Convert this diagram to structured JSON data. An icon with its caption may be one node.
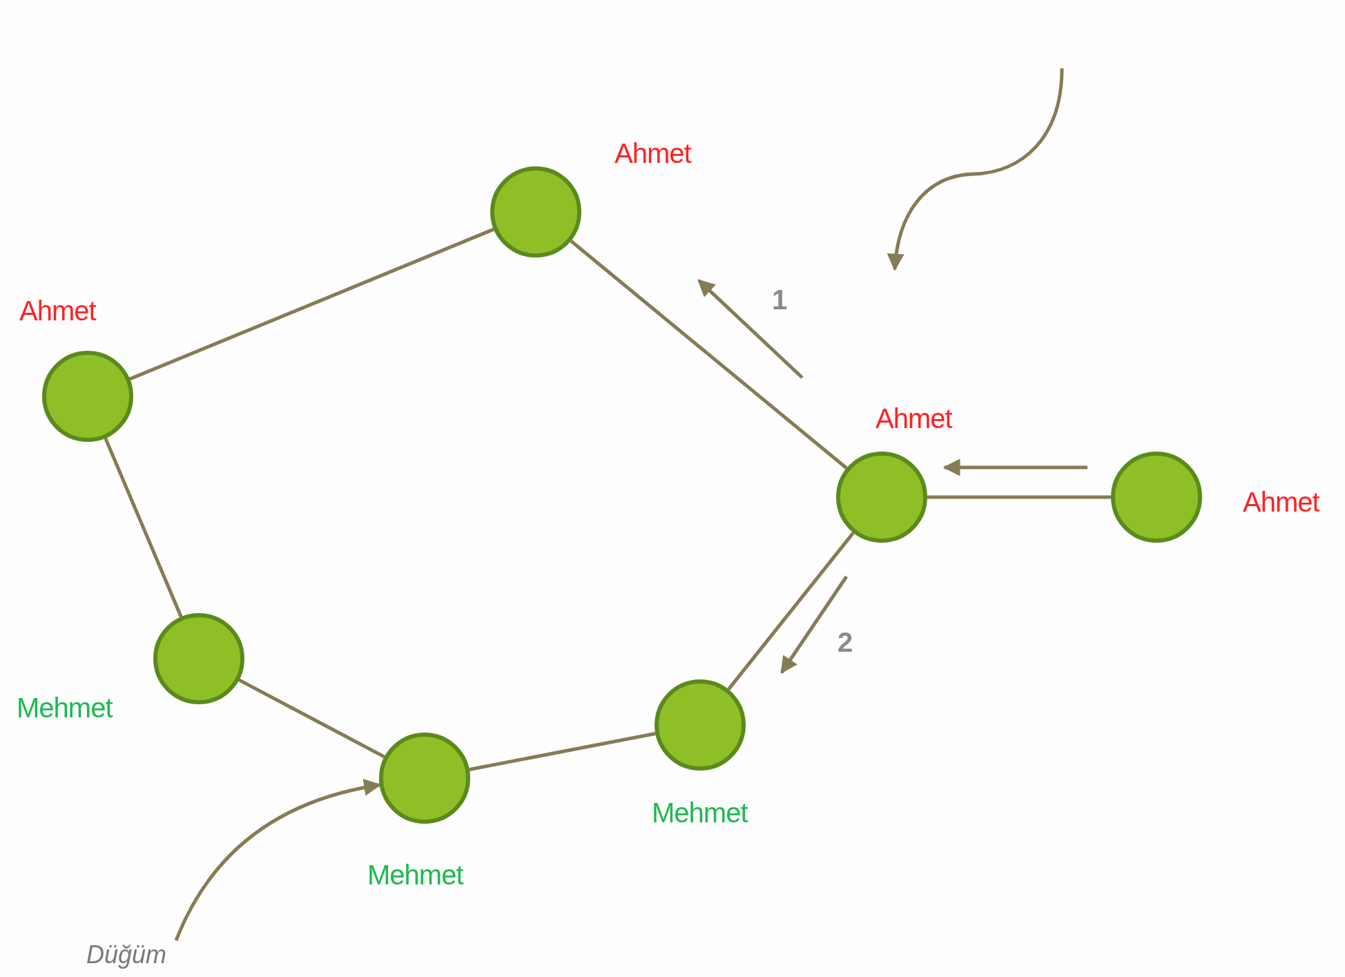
{
  "diagram": {
    "nodes": [
      {
        "text": [],
        "shape": "circle",
        "beside": [
          "Ahmet"
        ]
      },
      {
        "text": [],
        "shape": "circle",
        "beside": [
          "Ahmet"
        ]
      },
      {
        "text": [],
        "shape": "circle",
        "beside": [
          "Ahmet"
        ]
      },
      {
        "text": [],
        "shape": "circle",
        "beside": [
          "Ahmet"
        ]
      },
      {
        "text": [],
        "shape": "circle",
        "beside": [
          "Mehmet"
        ]
      },
      {
        "text": [],
        "shape": "circle",
        "beside": [
          "Mehmet"
        ]
      },
      {
        "text": [],
        "shape": "circle",
        "beside": [
          "Mehmet"
        ]
      },
      {
        "text": [
          "Düğüm"
        ]
      }
    ],
    "edges": [
      {
        "from": 0,
        "to": 1,
        "arrow": "none"
      },
      {
        "from": 1,
        "to": 4,
        "arrow": "none"
      },
      {
        "from": 4,
        "to": 5,
        "arrow": "none"
      },
      {
        "from": 5,
        "to": 6,
        "arrow": "none"
      },
      {
        "from": 6,
        "to": 2,
        "arrow": "none"
      },
      {
        "from": 2,
        "to": 0,
        "arrow": "none"
      },
      {
        "from": 2,
        "to": 3,
        "arrow": "none"
      },
      {
        "from": 7,
        "to": 5,
        "arrow": "to"
      }
    ],
    "labels": [
      "1",
      "2"
    ]
  }
}
